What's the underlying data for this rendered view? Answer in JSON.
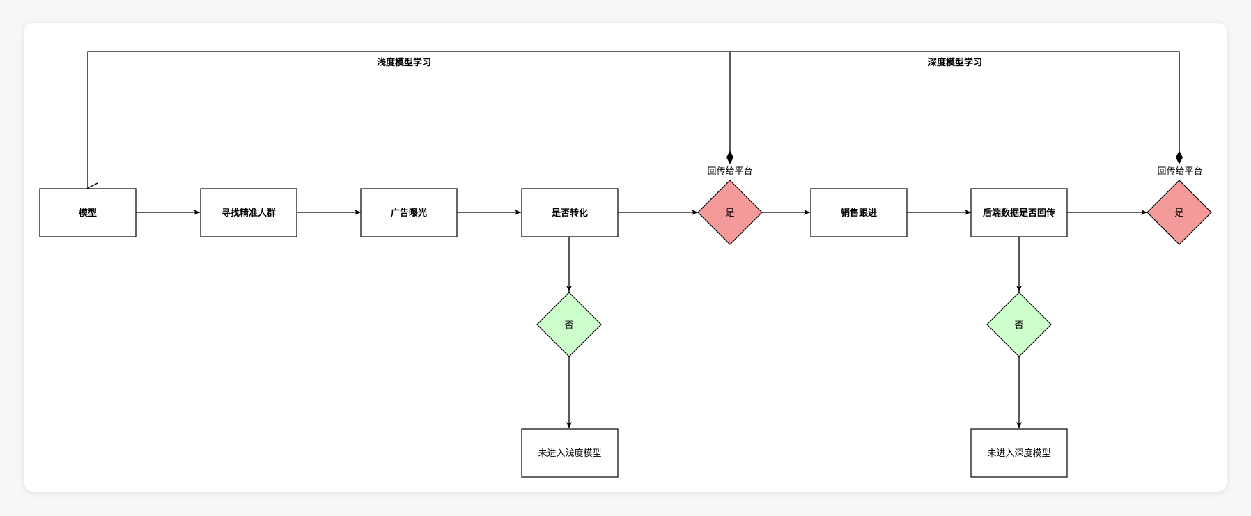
{
  "diagram": {
    "nodes": {
      "model": "模型",
      "find_crowd": "寻找精准人群",
      "ad_exposure": "广告曝光",
      "converted": "是否转化",
      "yes_1": "是",
      "sales_follow": "销售跟进",
      "backend_return": "后端数据是否回传",
      "yes_2": "是",
      "no_1": "否",
      "no_2": "否",
      "not_shallow": "未进入浅度模型",
      "not_deep": "未进入深度模型"
    },
    "edge_labels": {
      "shallow_learning": "浅度模型学习",
      "deep_learning": "深度模型学习",
      "return_platform_1": "回传给平台",
      "return_platform_2": "回传给平台"
    },
    "colors": {
      "yes_fill": "#f59a9a",
      "no_fill": "#ccffcc",
      "stroke": "#000000"
    }
  }
}
